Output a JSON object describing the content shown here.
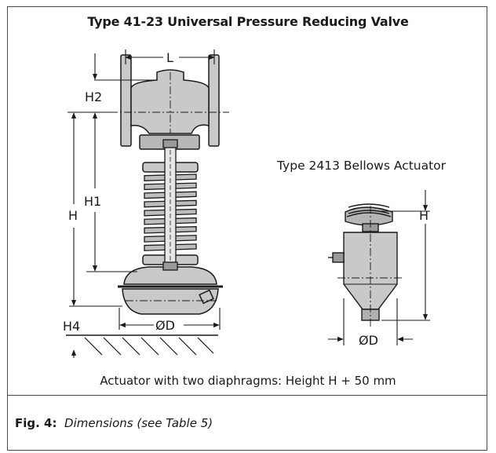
{
  "title": "Type 41-23 Universal Pressure Reducing Valve",
  "labels": {
    "L": "L",
    "H2": "H2",
    "H1": "H1",
    "H": "H",
    "H4": "H4",
    "D": "ØD",
    "bellows_title": "Type 2413 Bellows Actuator",
    "bellows_H": "H",
    "bellows_D": "ØD"
  },
  "note": "Actuator with two diaphragms: Height H + 50 mm",
  "caption": {
    "fig": "Fig. 4:",
    "text": "Dimensions (see Table 5)"
  },
  "colors": {
    "metal_fill": "#c9c9c9",
    "metal_dark": "#9a9a9a",
    "line": "#1a1a1a",
    "frame": "#4a4a4a"
  }
}
